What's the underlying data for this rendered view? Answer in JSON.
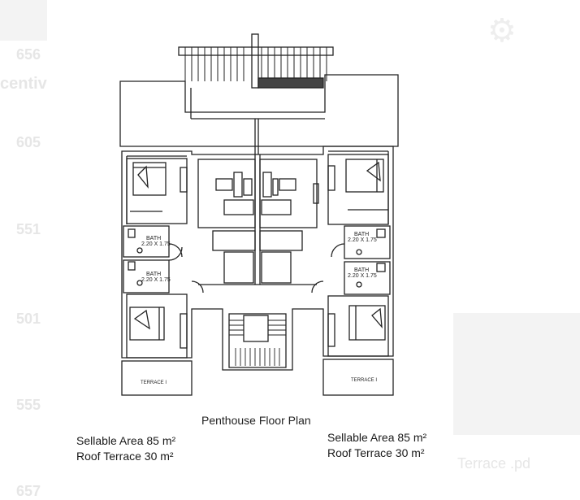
{
  "plan": {
    "title": "Penthouse Floor Plan",
    "room_labels": {
      "bath_tl": "BATH",
      "bath_tl_size": "2.20 X 1.75",
      "bath_bl": "BATH",
      "bath_bl_size": "2.20 X 1.75",
      "bath_tr": "BATH",
      "bath_tr_size": "2.20 X 1.75",
      "bath_br": "BATH",
      "bath_br_size": "2.20 X 1.75",
      "terrace_left": "TERRACE I",
      "terrace_right": "TERRACE I"
    }
  },
  "captions": {
    "left": {
      "area": "Sellable Area 85 m²",
      "terrace": "Roof Terrace 30 m²"
    },
    "right": {
      "area": "Sellable Area 85 m²",
      "terrace": "Roof Terrace 30 m²"
    }
  },
  "background_ghosts": {
    "left": [
      "656",
      "centiv",
      "605",
      "551",
      "501",
      "555",
      "657"
    ],
    "right": [
      "Terrace .pd"
    ]
  }
}
